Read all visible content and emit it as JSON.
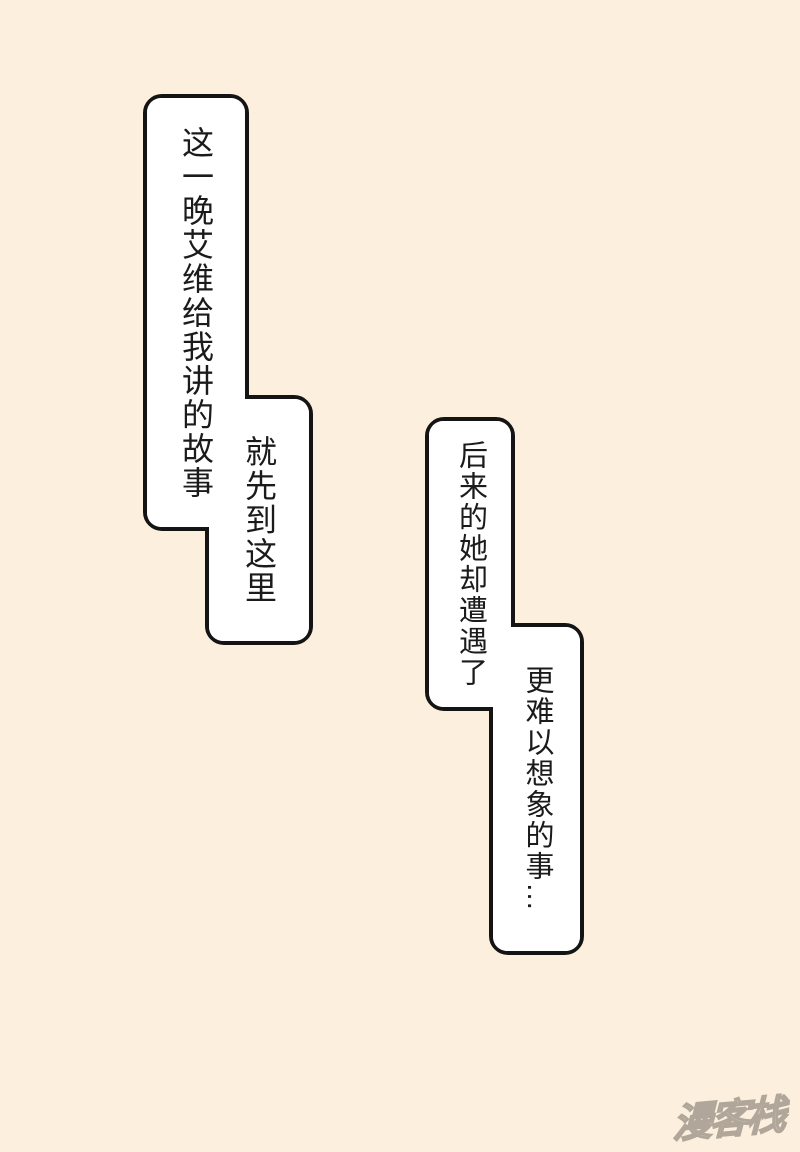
{
  "page": {
    "background_color": "#FCEFDD",
    "bubble_fill_color": "#FFFFFF",
    "bubble_border_color": "#141414",
    "text_color": "#1B1B1B"
  },
  "bubbles": [
    {
      "text": "这一晚艾维给我讲的故事"
    },
    {
      "text": "就先到这里"
    },
    {
      "text": "后来的她却遭遇了"
    },
    {
      "text": "更难以想象的事…"
    }
  ],
  "watermark": {
    "text": "漫客栈",
    "color": "#C7BEB0"
  }
}
